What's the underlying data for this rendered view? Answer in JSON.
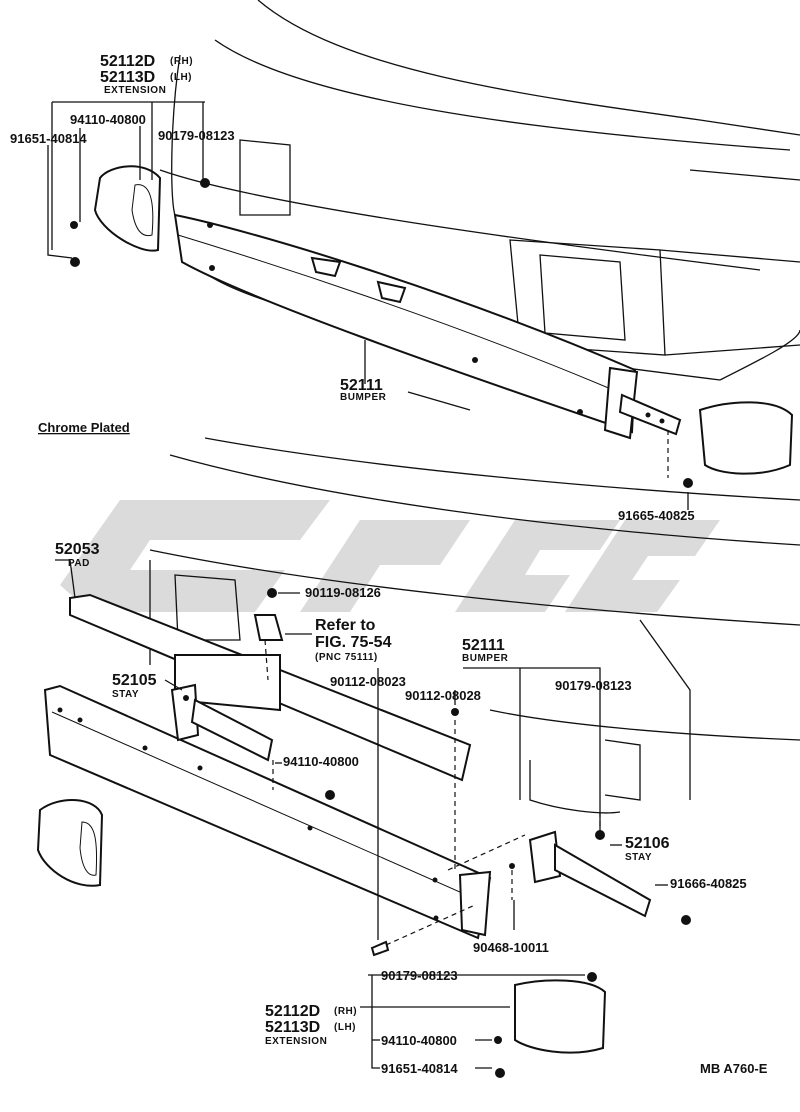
{
  "section_title": "Chrome Plated",
  "figure_code": "MB  A760-E",
  "labels": {
    "ext_rh_top": "52112D",
    "ext_rh_side_top": "(RH)",
    "ext_lh_top": "52113D",
    "ext_lh_side_top": "(LH)",
    "ext_name_top": "EXTENSION",
    "p94110_top": "94110-40800",
    "p91651_top": "91651-40814",
    "p90179_top": "90179-08123",
    "bumper_top_num": "52111",
    "bumper_top_name": "BUMPER",
    "p91665_top": "91665-40825",
    "pad_num": "52053",
    "pad_name": "PAD",
    "p90119": "90119-08126",
    "refer_1": "Refer to",
    "refer_2": "FIG. 75-54",
    "refer_3": "(PNC 75111)",
    "bumper_bot_num": "52111",
    "bumper_bot_name": "BUMPER",
    "p90112_a": "90112-08023",
    "p90112_b": "90112-08028",
    "p90179_mid": "90179-08123",
    "stay_l_num": "52105",
    "stay_l_name": "STAY",
    "p94110_mid": "94110-40800",
    "stay_r_num": "52106",
    "stay_r_name": "STAY",
    "p91666": "91666-40825",
    "p90468": "90468-10011",
    "p90179_bot": "90179-08123",
    "ext_rh_bot": "52112D",
    "ext_rh_side_bot": "(RH)",
    "ext_lh_bot": "52113D",
    "ext_lh_side_bot": "(LH)",
    "ext_name_bot": "EXTENSION",
    "p94110_bot": "94110-40800",
    "p91651_bot": "91651-40814"
  }
}
